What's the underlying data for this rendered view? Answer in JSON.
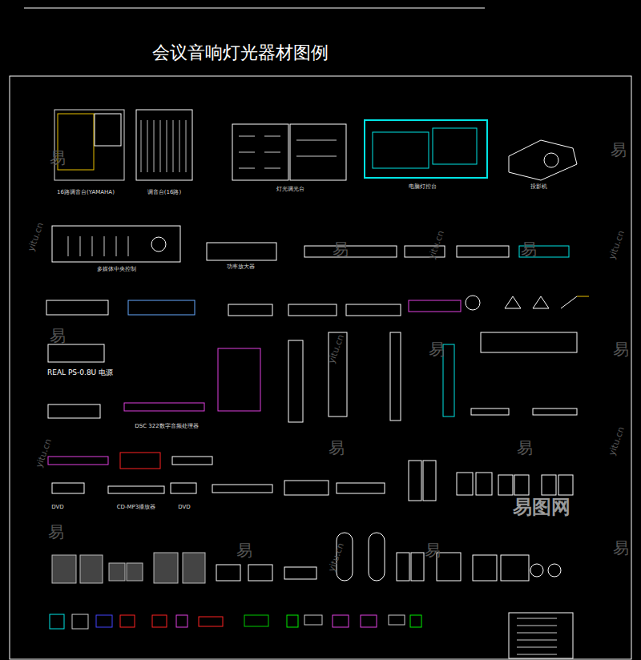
{
  "diagram": {
    "title": "会议音响灯光器材图例",
    "labels": [
      "16路调音台(YAMAHA)",
      "调音台(16路)",
      "灯光调光台",
      "电脑灯控台",
      "投影机",
      "多媒体中央控制",
      "功率放大器",
      "REAL PS-0.8U 电源",
      "DSC 322数字音频处理器",
      "DVD",
      "CD-MP3播放器",
      "DVD",
      "易图网",
      "易",
      "易",
      "易",
      "易",
      "易",
      "易",
      "易",
      "易",
      "易",
      "易",
      "易",
      "易",
      "易",
      "yitu.cn",
      "yitu.cn",
      "yitu.cn",
      "yitu.cn",
      "yitu.cn",
      "yitu.cn",
      "yitu.cn"
    ]
  }
}
